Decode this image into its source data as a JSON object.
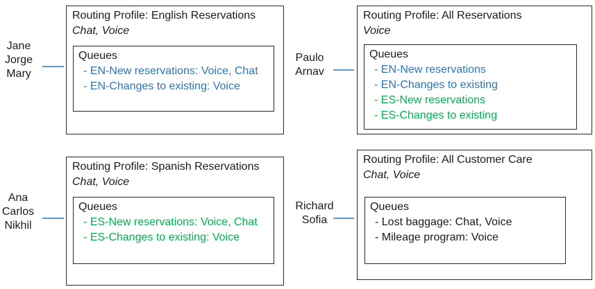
{
  "colors": {
    "english": "#2e75b6",
    "spanish": "#00b050",
    "neutral": "#1a1a1a",
    "connector": "#5b9bd5"
  },
  "groups": [
    {
      "agents": [
        "Jane",
        "Jorge",
        "Mary"
      ],
      "profile": {
        "title": "Routing Profile: English Reservations",
        "channels": "Chat, Voice",
        "queues_label": "Queues",
        "queues": [
          {
            "text": "- EN-New reservations: Voice, Chat",
            "lang": "english"
          },
          {
            "text": "- EN-Changes to existing: Voice",
            "lang": "english"
          }
        ]
      }
    },
    {
      "agents": [
        "Paulo",
        "Arnav"
      ],
      "profile": {
        "title": "Routing Profile: All Reservations",
        "channels": "Voice",
        "queues_label": "Queues",
        "queues": [
          {
            "text": "- EN-New reservations",
            "lang": "english"
          },
          {
            "text": "- EN-Changes to existing",
            "lang": "english"
          },
          {
            "text": "- ES-New reservations",
            "lang": "spanish"
          },
          {
            "text": "- ES-Changes to existing",
            "lang": "spanish"
          }
        ]
      }
    },
    {
      "agents": [
        "Ana",
        "Carlos",
        "Nikhil"
      ],
      "profile": {
        "title": "Routing Profile: Spanish Reservations",
        "channels": "Chat, Voice",
        "queues_label": "Queues",
        "queues": [
          {
            "text": "- ES-New reservations: Voice, Chat",
            "lang": "spanish"
          },
          {
            "text": "- ES-Changes to existing: Voice",
            "lang": "spanish"
          }
        ]
      }
    },
    {
      "agents": [
        "Richard",
        "Sofia"
      ],
      "profile": {
        "title": "Routing Profile: All Customer Care",
        "channels": "Chat, Voice",
        "queues_label": "Queues",
        "queues": [
          {
            "text": "- Lost baggage: Chat, Voice",
            "lang": "neutral"
          },
          {
            "text": "- Mileage program: Voice",
            "lang": "neutral"
          }
        ]
      }
    }
  ]
}
